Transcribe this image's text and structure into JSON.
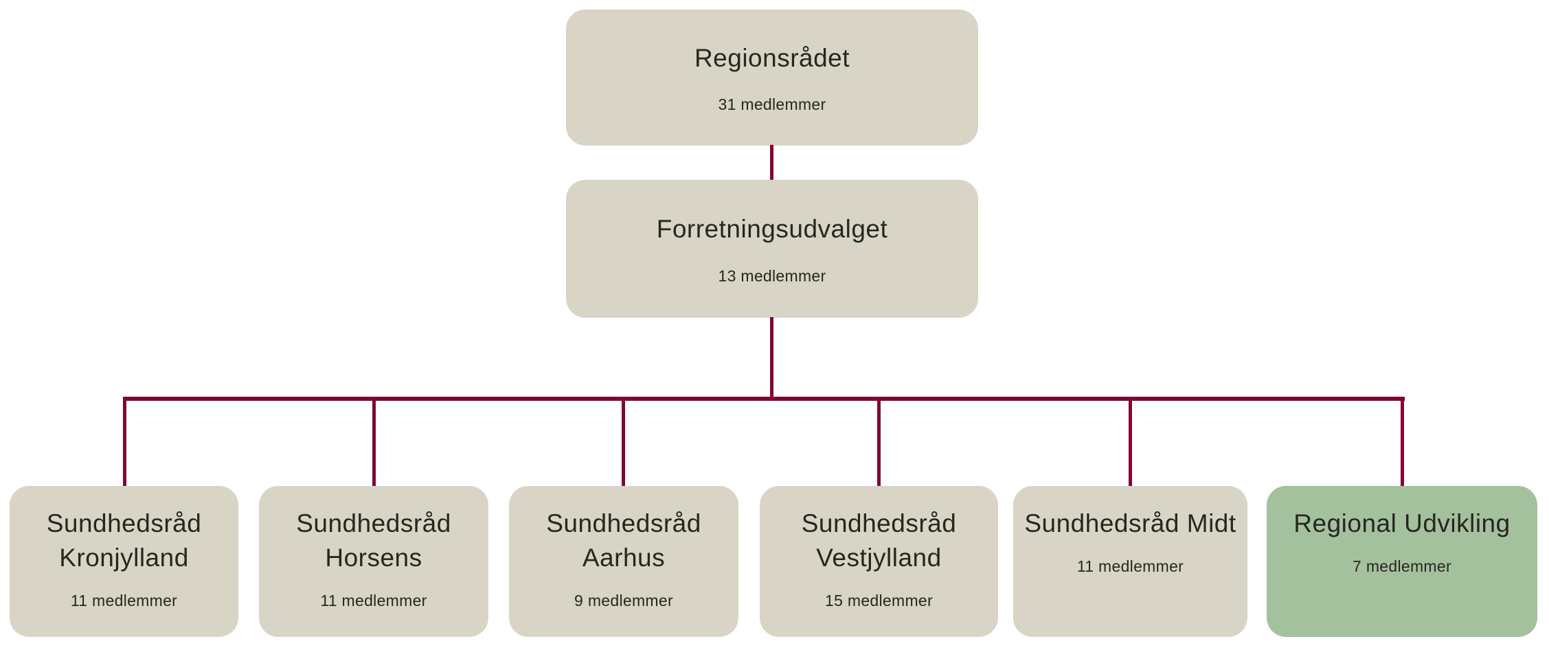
{
  "diagram": {
    "type": "org-chart",
    "root": {
      "title": "Regionsrådet",
      "subtitle": "31 medlemmer"
    },
    "executive": {
      "title": "Forretningsudvalget",
      "subtitle": "13 medlemmer"
    },
    "children": [
      {
        "title": "Sundhedsråd Kronjylland",
        "subtitle": "11 medlemmer",
        "variant": "beige"
      },
      {
        "title": "Sundhedsråd Horsens",
        "subtitle": "11 medlemmer",
        "variant": "beige"
      },
      {
        "title": "Sundhedsråd Aarhus",
        "subtitle": "9 medlemmer",
        "variant": "beige"
      },
      {
        "title": "Sundhedsråd Vestjylland",
        "subtitle": "15 medlemmer",
        "variant": "beige"
      },
      {
        "title": "Sundhedsråd Midt",
        "subtitle": "11 medlemmer",
        "variant": "beige"
      },
      {
        "title": "Regional Udvikling",
        "subtitle": "7 medlemmer",
        "variant": "green"
      }
    ],
    "colors": {
      "box_beige": "#d9d5c6",
      "box_green": "#a4c19e",
      "connector": "#800635",
      "text": "#27261f",
      "background": "#ffffff"
    }
  }
}
